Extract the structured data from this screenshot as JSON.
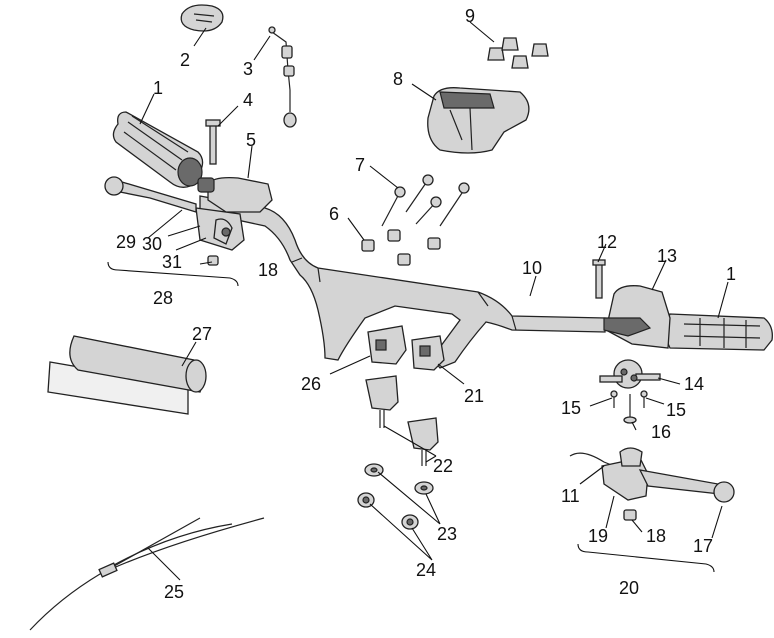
{
  "diagram": {
    "callouts": {
      "c1a": "1",
      "c1b": "1",
      "c2": "2",
      "c3": "3",
      "c4": "4",
      "c5": "5",
      "c6": "6",
      "c7": "7",
      "c8": "8",
      "c9": "9",
      "c10": "10",
      "c11": "11",
      "c12": "12",
      "c13": "13",
      "c14": "14",
      "c15a": "15",
      "c15b": "15",
      "c16": "16",
      "c17": "17",
      "c18a": "18",
      "c18b": "18",
      "c19": "19",
      "c20": "20",
      "c21": "21",
      "c22": "22",
      "c23": "23",
      "c24": "24",
      "c25": "25",
      "c26": "26",
      "c27": "27",
      "c28": "28",
      "c29": "29",
      "c30": "30",
      "c31": "31"
    }
  }
}
